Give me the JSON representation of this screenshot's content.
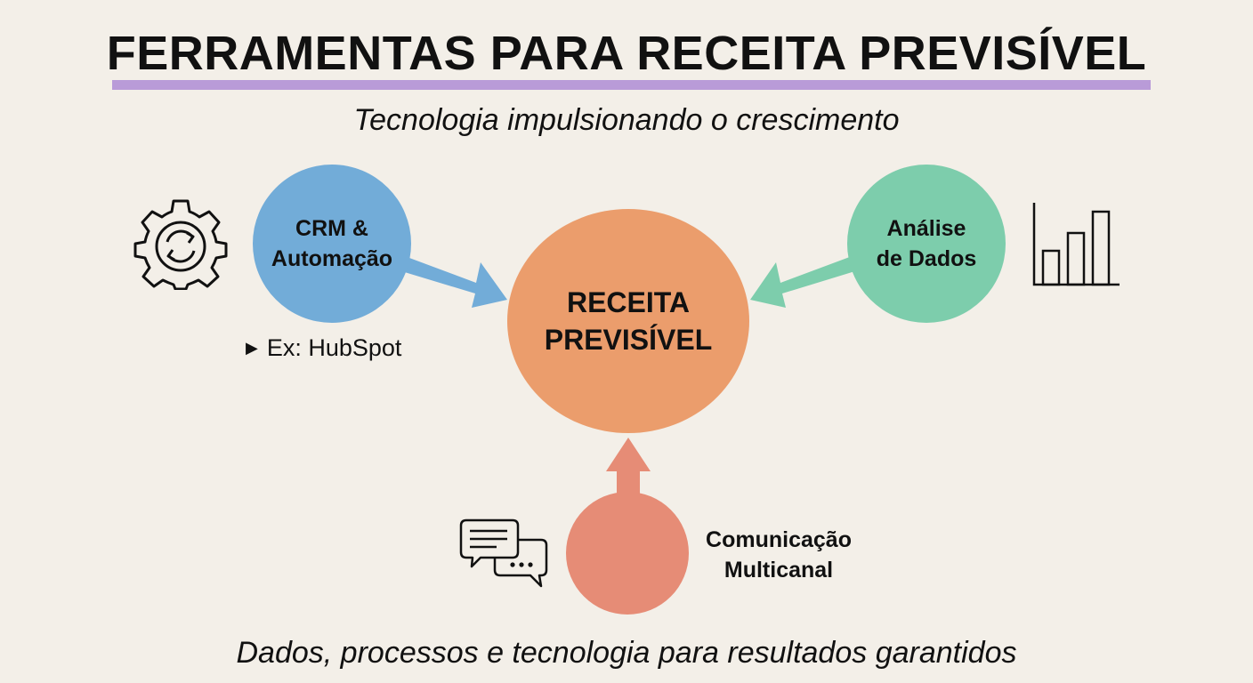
{
  "title": "FERRAMENTAS PARA RECEITA PREVISÍVEL",
  "subtitle": "Tecnologia impulsionando o crescimento",
  "footer": "Dados, processos e tecnologia para resultados garantidos",
  "colors": {
    "background": "#f3efe8",
    "title_underline": "#b99bd8",
    "crm": "#72acd8",
    "center": "#eb9d6c",
    "data": "#7dcdac",
    "comm": "#e68c76"
  },
  "nodes": {
    "crm": {
      "line1": "CRM &",
      "line2": "Automação",
      "example": "Ex: HubSpot",
      "icon": "gear-icon"
    },
    "center": {
      "line1": "RECEITA",
      "line2": "PREVISÍVEL"
    },
    "data": {
      "line1": "Análise",
      "line2": "de Dados",
      "icon": "bar-chart-icon"
    },
    "comm": {
      "line1": "Comunicação",
      "line2": "Multicanal",
      "icon": "chat-bubbles-icon"
    }
  },
  "edges": [
    {
      "from": "CRM & Automação",
      "to": "RECEITA PREVISÍVEL"
    },
    {
      "from": "Análise de Dados",
      "to": "RECEITA PREVISÍVEL"
    },
    {
      "from": "Comunicação Multicanal",
      "to": "RECEITA PREVISÍVEL"
    }
  ]
}
